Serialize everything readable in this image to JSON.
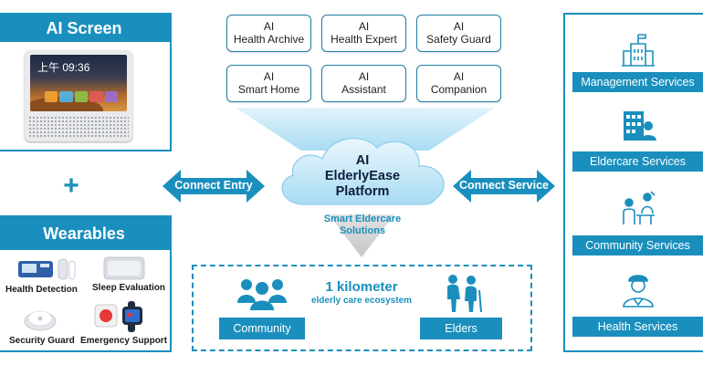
{
  "colors": {
    "primary": "#1a8fbd",
    "platform_text": "#0e1d3a",
    "light_blue": "#bfe6f7"
  },
  "ai_screen": {
    "title": "AI Screen",
    "device_time": "上午 09:36"
  },
  "plus_sign": "+",
  "wearables": {
    "title": "Wearables",
    "items": [
      {
        "label": "Health Detection",
        "icon": "blood-pressure-monitor-icon"
      },
      {
        "label": "Sleep Evaluation",
        "icon": "sleep-sensor-pad-icon"
      },
      {
        "label": "Security Guard",
        "icon": "smoke-detector-icon"
      },
      {
        "label": "Emergency Support",
        "icon": "emergency-button-watch-icon"
      }
    ]
  },
  "modules": [
    {
      "line1": "AI",
      "line2": "Health Archive"
    },
    {
      "line1": "AI",
      "line2": "Health Expert"
    },
    {
      "line1": "AI",
      "line2": "Safety Guard"
    },
    {
      "line1": "AI",
      "line2": "Smart Home"
    },
    {
      "line1": "AI",
      "line2": "Assistant"
    },
    {
      "line1": "AI",
      "line2": "Companion"
    }
  ],
  "platform": {
    "line1": "AI",
    "line2": "ElderlyEase Platform",
    "solutions_line1": "Smart Eldercare",
    "solutions_line2": "Solutions"
  },
  "arrows": {
    "left": "Connect Entry",
    "right": "Connect Service"
  },
  "services": [
    {
      "label": "Management Services",
      "icon": "government-building-icon"
    },
    {
      "label": "Eldercare Services",
      "icon": "caregiver-building-icon"
    },
    {
      "label": "Community Services",
      "icon": "community-activity-icon"
    },
    {
      "label": "Health Services",
      "icon": "doctor-icon"
    }
  ],
  "ecosystem": {
    "title": "1 kilometer",
    "subtitle": "elderly care ecosystem",
    "community_label": "Community",
    "elders_label": "Elders"
  }
}
